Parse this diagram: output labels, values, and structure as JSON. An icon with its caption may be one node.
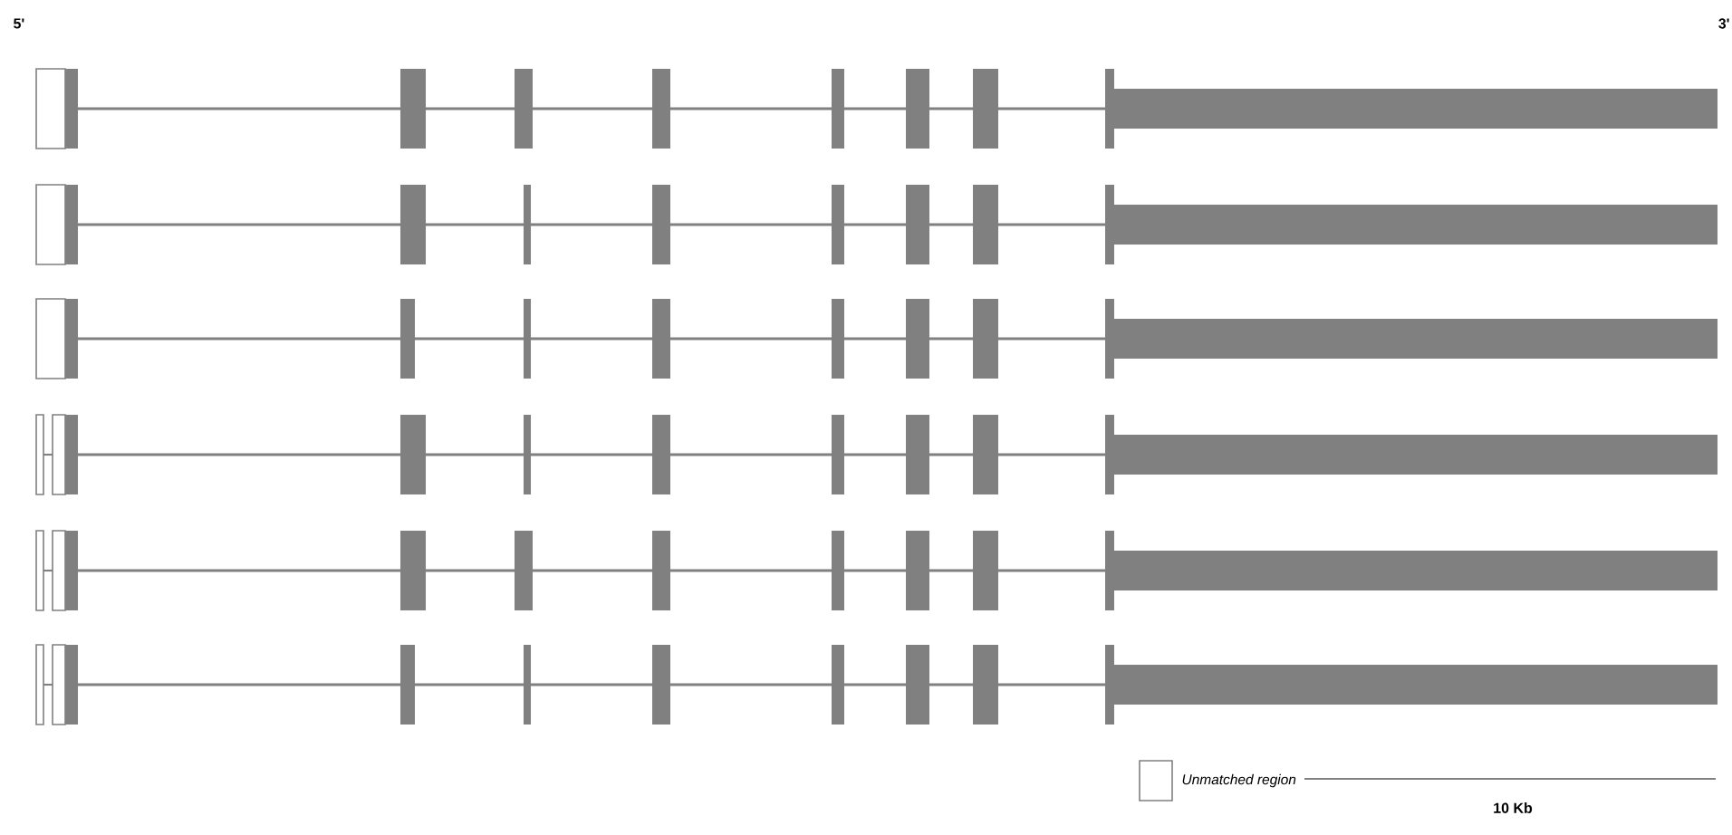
{
  "diagram": {
    "labels": [
      "5'",
      "3'",
      "10 Kb"
    ],
    "legend": [
      {
        "text": "Unmatched region"
      }
    ]
  }
}
